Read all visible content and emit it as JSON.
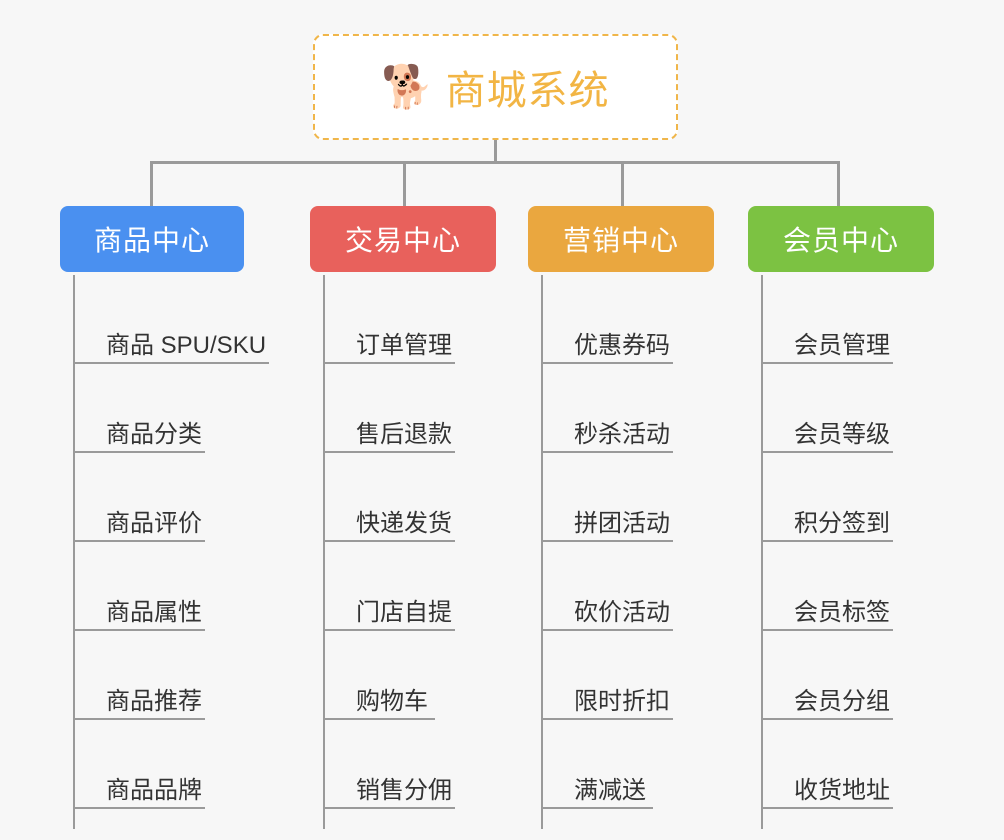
{
  "background_color": "#f7f7f7",
  "root": {
    "icon": "shiba-dog-face-emoji",
    "icon_glyph": "🐕",
    "title": "商城系统",
    "title_color": "#f2b544",
    "border_color": "#f0b64a"
  },
  "connector_color": "#9a9a9a",
  "columns": [
    {
      "header": "商品中心",
      "color": "#4a90f0",
      "items": [
        "商品 SPU/SKU",
        "商品分类",
        "商品评价",
        "商品属性",
        "商品推荐",
        "商品品牌"
      ]
    },
    {
      "header": "交易中心",
      "color": "#e8615c",
      "items": [
        "订单管理",
        "售后退款",
        "快递发货",
        "门店自提",
        "购物车",
        "销售分佣"
      ]
    },
    {
      "header": "营销中心",
      "color": "#eaa73f",
      "items": [
        "优惠券码",
        "秒杀活动",
        "拼团活动",
        "砍价活动",
        "限时折扣",
        "满减送"
      ]
    },
    {
      "header": "会员中心",
      "color": "#7cc242",
      "items": [
        "会员管理",
        "会员等级",
        "积分签到",
        "会员标签",
        "会员分组",
        "收货地址"
      ]
    }
  ]
}
